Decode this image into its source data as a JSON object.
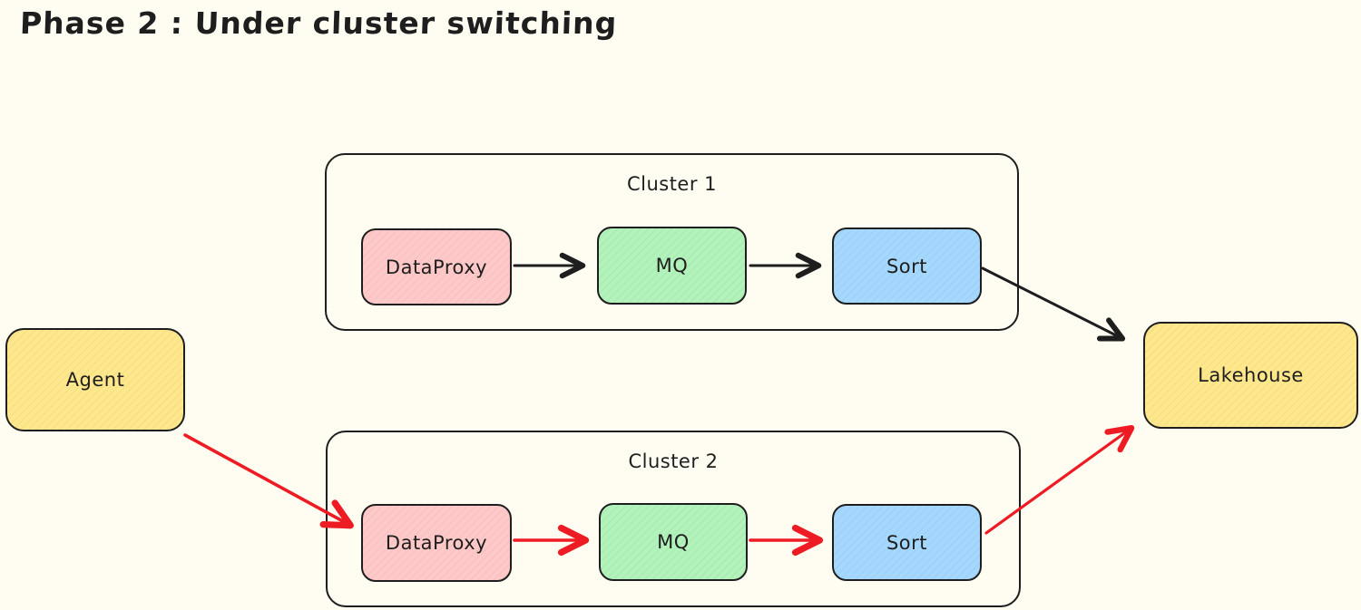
{
  "title": "Phase 2 : Under cluster switching",
  "colors": {
    "background": "#fffdf2",
    "stroke": "#1e1e1e",
    "arrow_black": "#1e1e1e",
    "arrow_red": "#ed1c24",
    "dataproxy_fill": "#ffc9c9",
    "mq_fill": "#b2f2bb",
    "sort_fill": "#a5d8ff",
    "agent_lakehouse_fill": "#ffe88c"
  },
  "nodes": {
    "agent": {
      "label": "Agent"
    },
    "lakehouse": {
      "label": "Lakehouse"
    }
  },
  "clusters": [
    {
      "label": "Cluster 1",
      "nodes": [
        {
          "label": "DataProxy"
        },
        {
          "label": "MQ"
        },
        {
          "label": "Sort"
        }
      ],
      "flow_color": "#1e1e1e"
    },
    {
      "label": "Cluster 2",
      "nodes": [
        {
          "label": "DataProxy"
        },
        {
          "label": "MQ"
        },
        {
          "label": "Sort"
        }
      ],
      "flow_color": "#ed1c24"
    }
  ],
  "edges": [
    {
      "from": "Cluster 1 / DataProxy",
      "to": "Cluster 1 / MQ",
      "color": "#1e1e1e"
    },
    {
      "from": "Cluster 1 / MQ",
      "to": "Cluster 1 / Sort",
      "color": "#1e1e1e"
    },
    {
      "from": "Cluster 1 / Sort",
      "to": "Lakehouse",
      "color": "#1e1e1e"
    },
    {
      "from": "Agent",
      "to": "Cluster 2 / DataProxy",
      "color": "#ed1c24"
    },
    {
      "from": "Cluster 2 / DataProxy",
      "to": "Cluster 2 / MQ",
      "color": "#ed1c24"
    },
    {
      "from": "Cluster 2 / MQ",
      "to": "Cluster 2 / Sort",
      "color": "#ed1c24"
    },
    {
      "from": "Cluster 2 / Sort",
      "to": "Lakehouse",
      "color": "#ed1c24"
    }
  ]
}
